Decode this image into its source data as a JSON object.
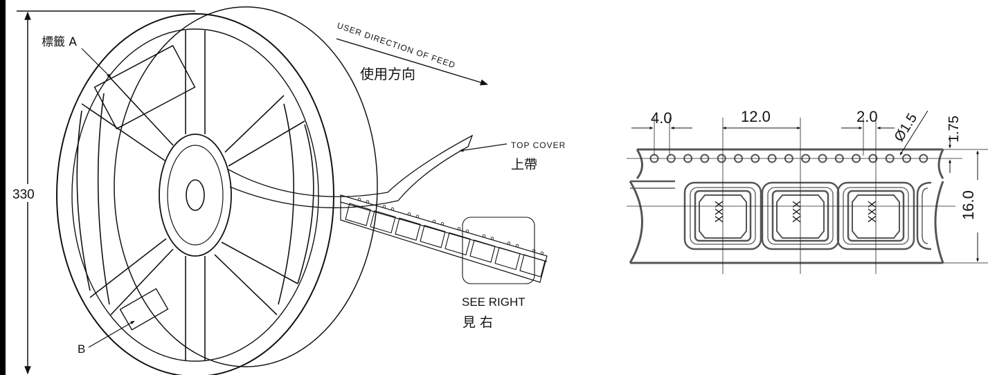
{
  "reel": {
    "label_a": "標籤 A",
    "label_b": "B",
    "height_dim": "330",
    "feed_direction_en": "USER DIRECTION OF FEED",
    "feed_direction_zh": "使用方向",
    "top_cover_en": "TOP COVER",
    "top_cover_zh": "上帶",
    "see_right_en": "SEE RIGHT",
    "see_right_zh": "見 右"
  },
  "tape": {
    "dim_sprocket_pitch": "4.0",
    "dim_pocket_pitch": "12.0",
    "dim_offset": "2.0",
    "dim_hole_diameter": "Ø1.5",
    "dim_edge_to_hole": "1.75",
    "dim_tape_width": "16.0",
    "pocket_marking": "XXX"
  }
}
